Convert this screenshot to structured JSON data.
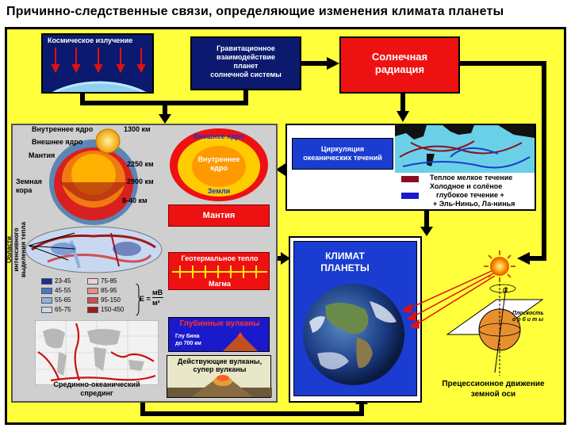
{
  "title": "Причинно-следственные связи, определяющие изменения климата планеты",
  "cosmic": {
    "label": "Космическое излучение"
  },
  "gravity": {
    "label_l1": "Гравитационное",
    "label_l2": "взаимодействие",
    "label_l3": "планет",
    "label_l4": "солнечной системы"
  },
  "solar": {
    "label_l1": "Солнечная",
    "label_l2": "радиация"
  },
  "earth_layers": {
    "inner_core": "Внутреннее ядро",
    "outer_core": "Внешнее ядро",
    "mantle": "Мантия",
    "crust_l1": "Земная",
    "crust_l2": "кора",
    "d1300": "1300 км",
    "d2250": "2250 км",
    "d2900": "2900 км",
    "d840": "8-40 км"
  },
  "core_circle": {
    "outer": "Внешнее ядро",
    "inner_l1": "Внутреннее",
    "inner_l2": "ядро",
    "earth": "Земли"
  },
  "mantle_box": "Мантия",
  "geothermal": {
    "heat": "Геотермальное тепло",
    "magma": "Магма"
  },
  "deep_volcanoes": {
    "label": "Глубинные вулканы",
    "depth_l1": "Глу бина",
    "depth_l2": "до 700 км"
  },
  "active_volcanoes": {
    "l1": "Действующие вулканы,",
    "l2": "супер вулканы"
  },
  "heat_areas": {
    "vertical_l1": "Области",
    "vertical_l2": "интенсивного",
    "vertical_l3": "выделения тепла"
  },
  "heat_legend": {
    "items": [
      "23-45",
      "45-55",
      "55-65",
      "65-75",
      "75-85",
      "85-95",
      "95-150",
      "150-450"
    ],
    "colors": [
      "#1a2f8c",
      "#4a78c8",
      "#8fb0e0",
      "#c8d8f0",
      "#f4d0d0",
      "#e89090",
      "#d05050",
      "#a01818"
    ],
    "unit_e": "E =",
    "unit_mv": "мВ",
    "unit_m2": "м²"
  },
  "spreading": {
    "l1": "Срединно-океанический",
    "l2": "спрединг"
  },
  "ocean": {
    "circ_l1": "Циркуляция",
    "circ_l2": "океанических течений",
    "warm": "Теплое мелкое течение",
    "cold_l1": "Холодное и солёное",
    "cold_l2": "глубокое течение +",
    "cold_l3": "+ Эль-Ниньо, Ла-нинья"
  },
  "climate": {
    "l1": "КЛИМАТ",
    "l2": "ПЛАНЕТЫ"
  },
  "precession": {
    "alpha": "α",
    "orbit_l1": "Плоскость",
    "orbit_l2": "о р б и т ы",
    "caption_l1": "Прецессионное движение",
    "caption_l2": "земной оси"
  },
  "colors": {
    "frame_bg": "#ffff3c",
    "dark_blue": "#0b1a6e",
    "solar_red": "#ee1111",
    "mantle_red": "#ee1111",
    "deep_blue": "#1a1acc",
    "ocean_blue": "#1a3cd0"
  }
}
